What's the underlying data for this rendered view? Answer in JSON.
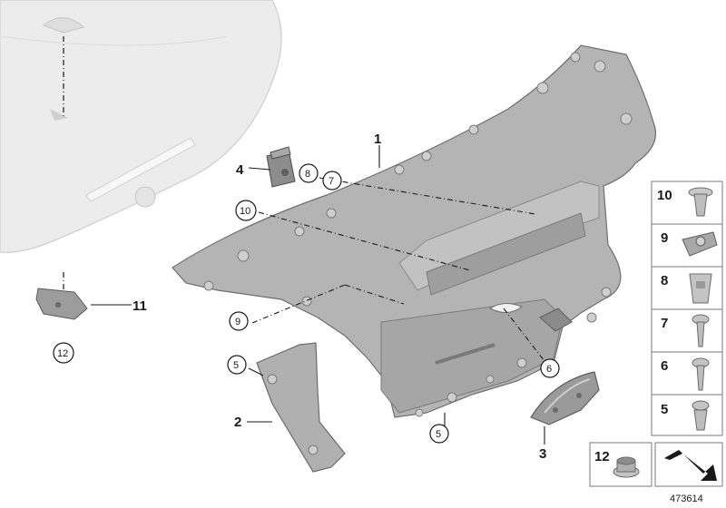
{
  "diagram": {
    "callouts": {
      "c1": "1",
      "c2": "2",
      "c3": "3",
      "c4": "4",
      "c5a": "5",
      "c5b": "5",
      "c6": "6",
      "c7": "7",
      "c8": "8",
      "c9": "9",
      "c10": "10",
      "c11": "11",
      "c12": "12"
    },
    "sidebar_parts": [
      "10",
      "9",
      "8",
      "7",
      "6",
      "5"
    ],
    "bottom_part": "12",
    "reference_number": "473614"
  },
  "colors": {
    "panel_fill": "#b4b4b4",
    "panel_dark": "#8e8e8e",
    "ghost_fill": "#e9e9e9",
    "line": "#1a1a1a",
    "sidebar_border": "#7a7a7a"
  },
  "icons": {
    "nav_arrow": "bent-arrow-icon"
  }
}
